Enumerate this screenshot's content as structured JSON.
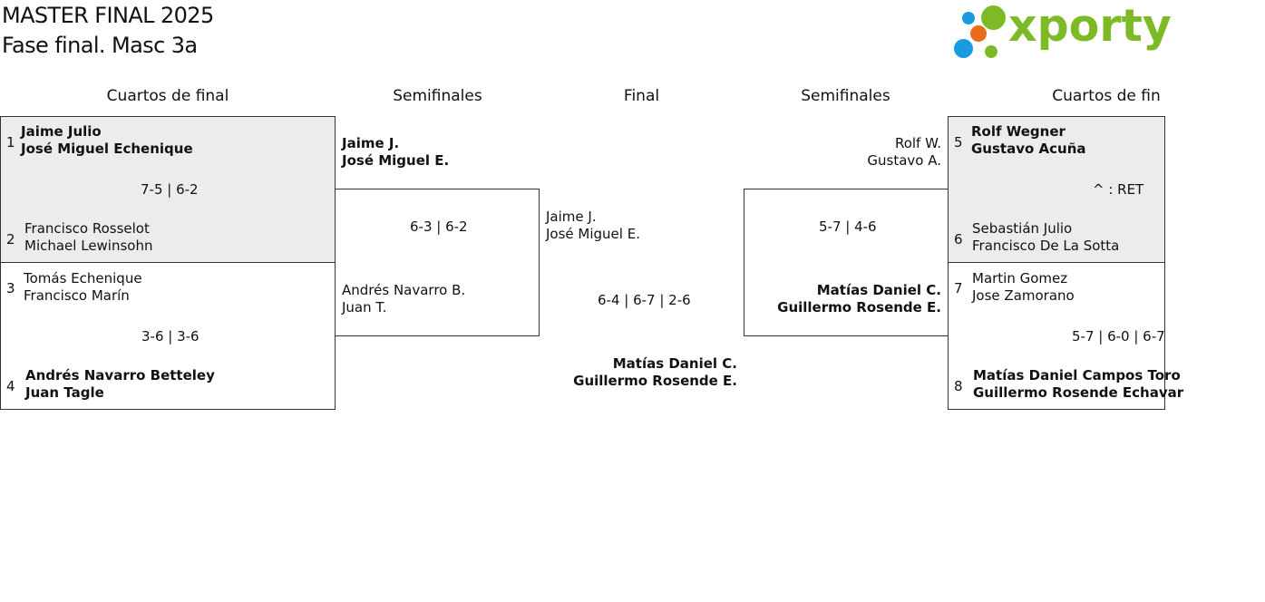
{
  "header": {
    "title": "MASTER FINAL 2025",
    "subtitle": "Fase final. Masc 3a",
    "logo_text": "xporty"
  },
  "rounds": {
    "left_qf": "Cuartos de final",
    "left_sf": "Semifinales",
    "final": "Final",
    "right_sf": "Semifinales",
    "right_qf": "Cuartos de fin"
  },
  "left_qf": {
    "m1": {
      "top": {
        "seed": "1",
        "p1": "Jaime Julio",
        "p2": "José Miguel Echenique"
      },
      "bottom": {
        "seed": "2",
        "p1": "Francisco Rosselot",
        "p2": "Michael Lewinsohn"
      },
      "score": "7-5 | 6-2"
    },
    "m2": {
      "top": {
        "seed": "3",
        "p1": "Tomás Echenique",
        "p2": "Francisco Marín"
      },
      "bottom": {
        "seed": "4",
        "p1": "Andrés Navarro Betteley",
        "p2": "Juan Tagle"
      },
      "score": "3-6 | 3-6"
    }
  },
  "left_sf": {
    "top": {
      "p1": "Jaime J.",
      "p2": "José Miguel E."
    },
    "bottom": {
      "p1": "Andrés Navarro B.",
      "p2": "Juan T."
    },
    "score": "6-3 | 6-2"
  },
  "final": {
    "top": {
      "p1": "Jaime J.",
      "p2": "José Miguel E."
    },
    "bottom": {
      "p1": "Matías Daniel C.",
      "p2": "Guillermo Rosende E."
    },
    "score": "6-4 | 6-7 | 2-6"
  },
  "right_sf": {
    "top": {
      "p1": "Rolf W.",
      "p2": "Gustavo A."
    },
    "bottom": {
      "p1": "Matías Daniel C.",
      "p2": "Guillermo Rosende E."
    },
    "score": "5-7 | 4-6"
  },
  "right_qf": {
    "m1": {
      "top": {
        "seed": "5",
        "p1": "Rolf Wegner",
        "p2": "Gustavo Acuña"
      },
      "bottom": {
        "seed": "6",
        "p1": "Sebastián Julio",
        "p2": "Francisco De La Sotta"
      },
      "score": "^ : RET"
    },
    "m2": {
      "top": {
        "seed": "7",
        "p1": "Martin Gomez",
        "p2": "Jose Zamorano"
      },
      "bottom": {
        "seed": "8",
        "p1": "Matías Daniel Campos Toro",
        "p2": "Guillermo Rosende Echavar"
      },
      "score": "5-7 | 6-0 | 6-7"
    }
  },
  "colors": {
    "logo_green": "#7dbb26",
    "logo_blue": "#1a9be0",
    "logo_orange": "#e96b1d",
    "winner_bg": "#ececec",
    "border": "#333333"
  }
}
